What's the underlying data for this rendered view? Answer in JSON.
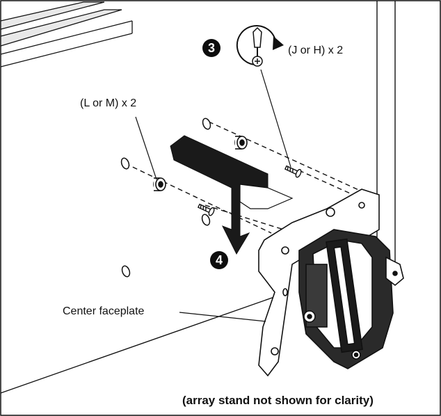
{
  "labels": {
    "step3": "3",
    "step4": "4",
    "screws_jh": "(J or H) x 2",
    "spacers_lm": "(L or M) x 2",
    "center_faceplate": "Center faceplate",
    "caption": "(array stand not shown for clarity)"
  },
  "icons": {
    "screwdriver": "phillips-screwdriver-rotate-icon"
  },
  "colors": {
    "line": "#111111",
    "arrow_fill": "#1a1a1a",
    "step_badge": "#0d0d0d",
    "background": "#ffffff"
  }
}
